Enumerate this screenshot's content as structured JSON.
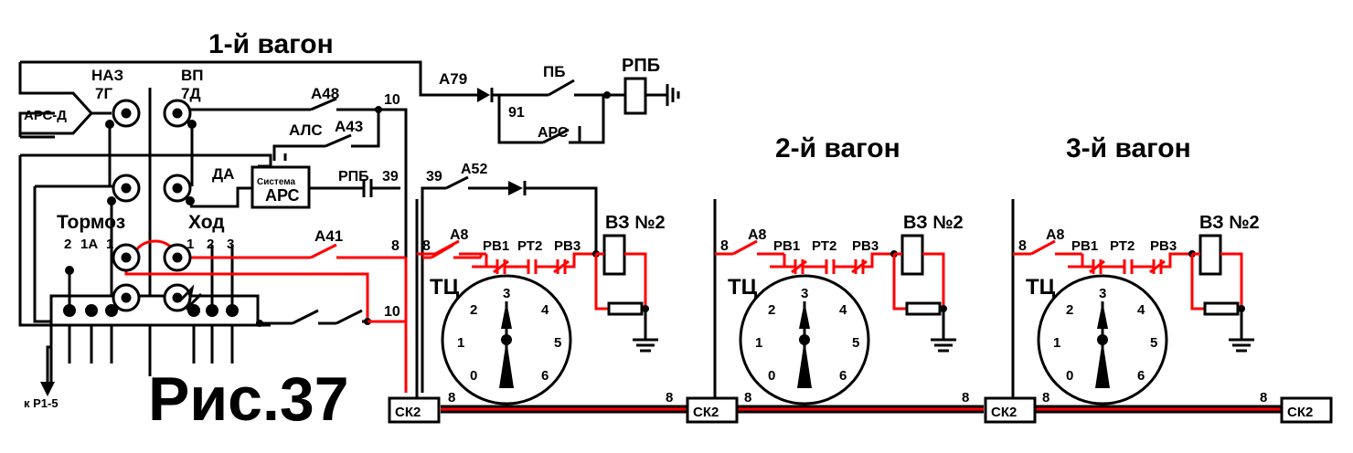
{
  "titles": {
    "car1": "1-й вагон",
    "car2": "2-й вагон",
    "car3": "3-й вагон",
    "figure": "Рис.37"
  },
  "labels": {
    "naz": "НАЗ",
    "naz_pin": "7Г",
    "vp": "ВП",
    "vp_pin": "7Д",
    "ars_d": "АРС-Д",
    "a48": "А48",
    "a43": "А43",
    "als": "АЛС",
    "wire10": "10",
    "a79": "А79",
    "pb": "ПБ",
    "rpb": "РПБ",
    "w91": "91",
    "ars": "АРС",
    "da": "ДА",
    "system_small": "Система",
    "system_big": "АРС",
    "rpb_contact": "РПБ",
    "w39": "39",
    "a52": "А52",
    "brake": "Тормоз",
    "drive": "Ход",
    "brake_pins": [
      "2",
      "1А",
      "1"
    ],
    "drive_pins": [
      "1",
      "2",
      "3"
    ],
    "a41": "А41",
    "w8": "8",
    "to_r": "к Р1-5"
  },
  "car_block": {
    "a8": "А8",
    "rv1": "РВ1",
    "rt2": "РТ2",
    "rv3": "РВ3",
    "vz": "ВЗ №2",
    "tc": "ТЦ",
    "w8": "8",
    "gauge_ticks": [
      "0",
      "1",
      "2",
      "3",
      "4",
      "5",
      "6"
    ]
  },
  "connectors": {
    "sk": "СК2",
    "wire": "8"
  },
  "colors": {
    "wire": "#000000",
    "active": "#ff0000"
  }
}
